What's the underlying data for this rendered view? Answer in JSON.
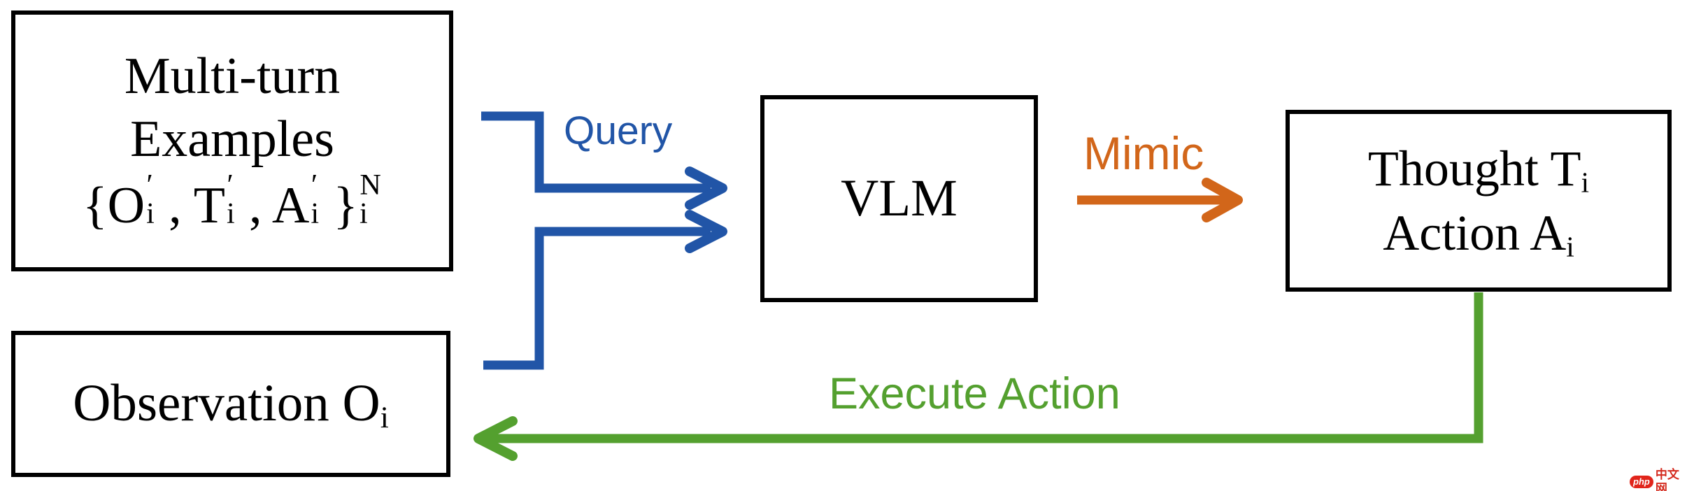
{
  "colors": {
    "background": "#FFFFFF",
    "box_border": "#000000",
    "box_fill": "#FFFFFF",
    "arrow_blue": "#2155A7",
    "arrow_orange": "#D2661A",
    "arrow_green": "#54A02F",
    "watermark_red": "#E1251B"
  },
  "boxes": {
    "examples": {
      "line1": "Multi-turn",
      "line2": "Examples",
      "formula": {
        "text": "{O′i, T′i, A′i}iN",
        "terms": [
          {
            "base": "{O",
            "top": "′",
            "bottom": "i"
          },
          {
            "base": ", T",
            "top": "′",
            "bottom": "i"
          },
          {
            "base": ", A",
            "top": "′",
            "bottom": "i"
          },
          {
            "base": "}",
            "top": "N",
            "bottom": "i"
          }
        ]
      }
    },
    "observation": {
      "text": "Observation O",
      "subscript": "i"
    },
    "vlm": {
      "text": "VLM"
    },
    "thought": {
      "line1": {
        "text": "Thought T",
        "subscript": "i"
      },
      "line2": {
        "text": "Action A",
        "subscript": "i"
      }
    }
  },
  "arrows": {
    "query": {
      "label": "Query",
      "color": "#2155A7"
    },
    "mimic": {
      "label": "Mimic",
      "color": "#D2661A"
    },
    "execute": {
      "label": "Execute Action",
      "color": "#54A02F"
    }
  },
  "watermark": {
    "badge": "php",
    "text": "中文网"
  }
}
